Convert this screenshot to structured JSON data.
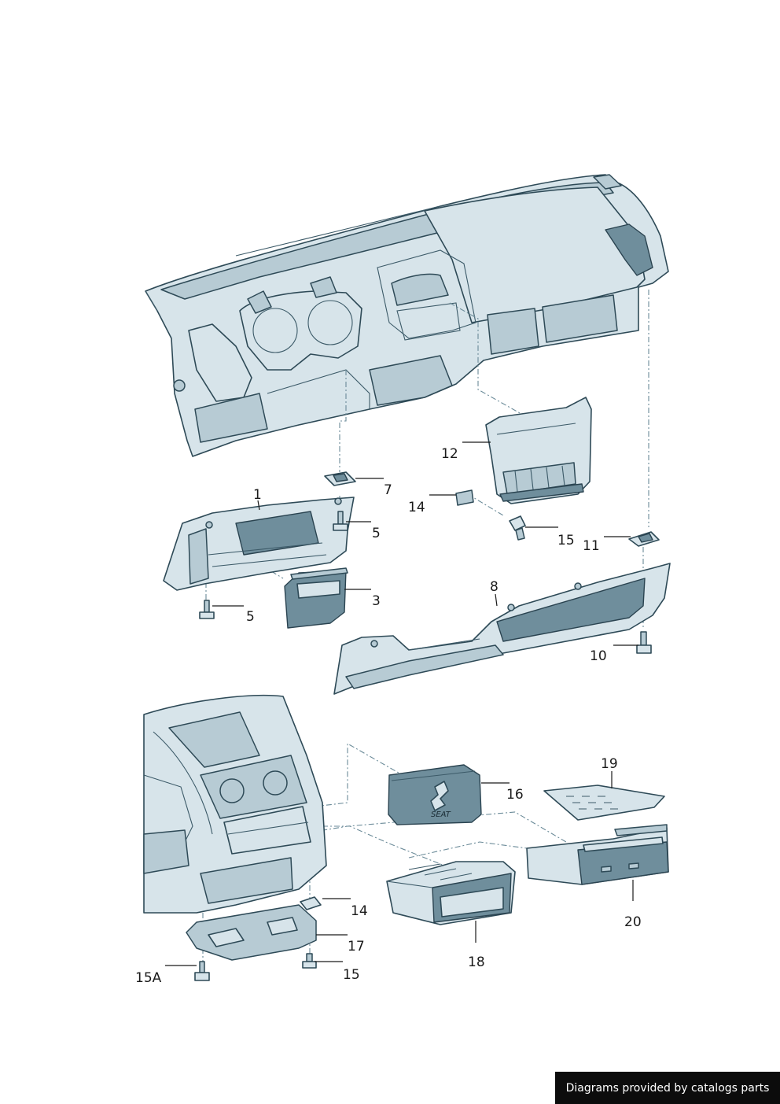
{
  "diagram": {
    "part_labels": {
      "p1": "1",
      "p3": "3",
      "p5a": "5",
      "p5b": "5",
      "p7": "7",
      "p8": "8",
      "p10": "10",
      "p11": "11",
      "p12": "12",
      "p14a": "14",
      "p14b": "14",
      "p15a": "15",
      "p15b": "15",
      "p15A": "15A",
      "p16": "16",
      "p17": "17",
      "p18": "18",
      "p19": "19",
      "p20": "20"
    },
    "logo_text": "SEAT",
    "colors": {
      "part_fill": "#d7e4ea",
      "part_shade": "#6f8e9c",
      "outline": "#2e4a57"
    }
  },
  "footer": {
    "credit": "Diagrams provided by catalogs parts"
  }
}
